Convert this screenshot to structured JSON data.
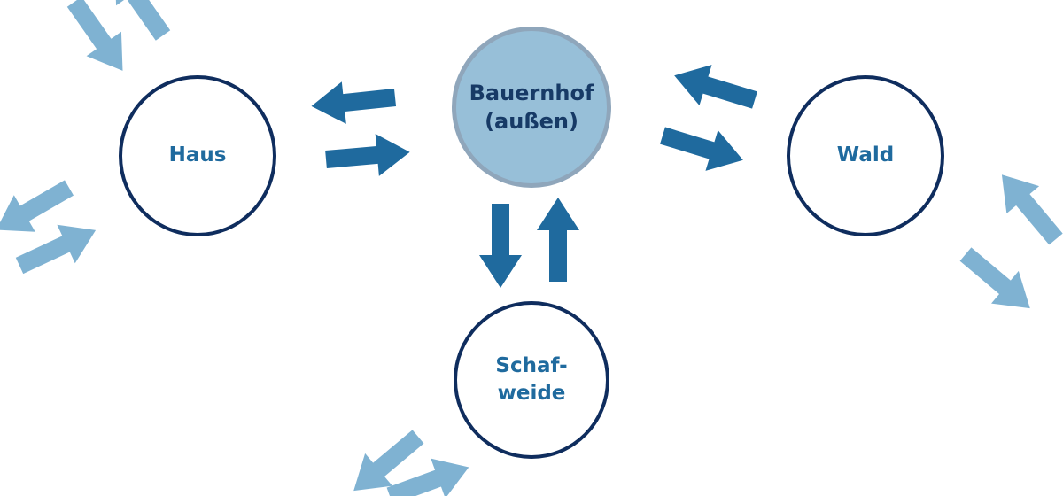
{
  "diagram": {
    "nodes": {
      "haus": {
        "label": "Haus"
      },
      "bauernhof": {
        "label": "Bauernhof\n(außen)"
      },
      "wald": {
        "label": "Wald"
      },
      "schafweide": {
        "label": "Schaf-\nweide"
      }
    },
    "colors": {
      "arrow_dark": "#1f6a9e",
      "arrow_light": "#7fb2d2",
      "node_outline": "#0f2d5e",
      "node_center_fill": "#97bfd8",
      "node_center_border": "#8fa6bb",
      "label_outline_text": "#1f6a9e",
      "label_center_text": "#173a66"
    }
  }
}
